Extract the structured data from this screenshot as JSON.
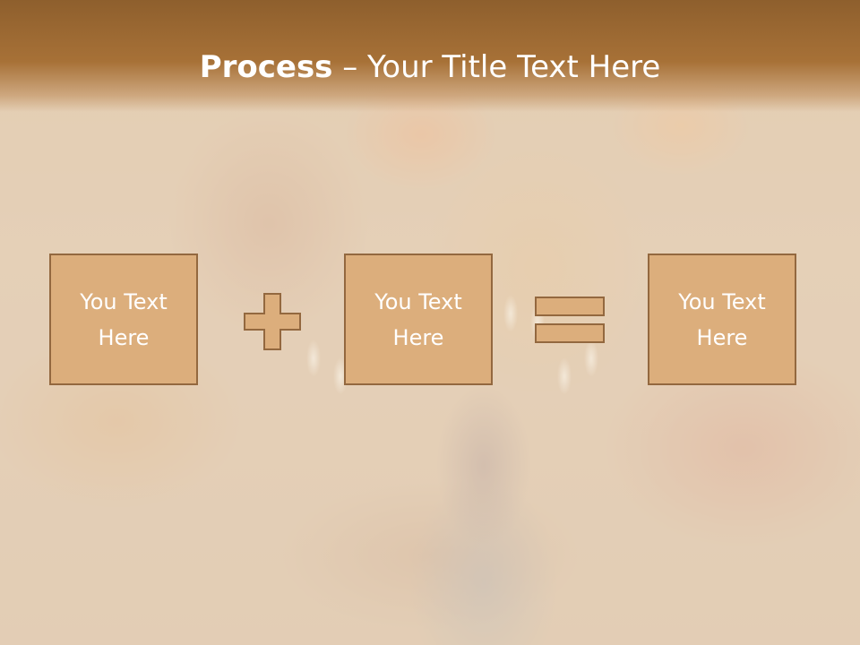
{
  "slide": {
    "title_bold": "Process",
    "title_rest": " – Your Title Text Here"
  },
  "process": {
    "boxes": [
      {
        "label": "You Text\nHere"
      },
      {
        "label": "You Text\nHere"
      },
      {
        "label": "You Text\nHere"
      }
    ],
    "operators": [
      "plus-icon",
      "equals-icon"
    ]
  },
  "colors": {
    "header_band": "#a77137",
    "box_fill": "#dcae7c",
    "box_border": "#93683f",
    "text": "#ffffff"
  }
}
